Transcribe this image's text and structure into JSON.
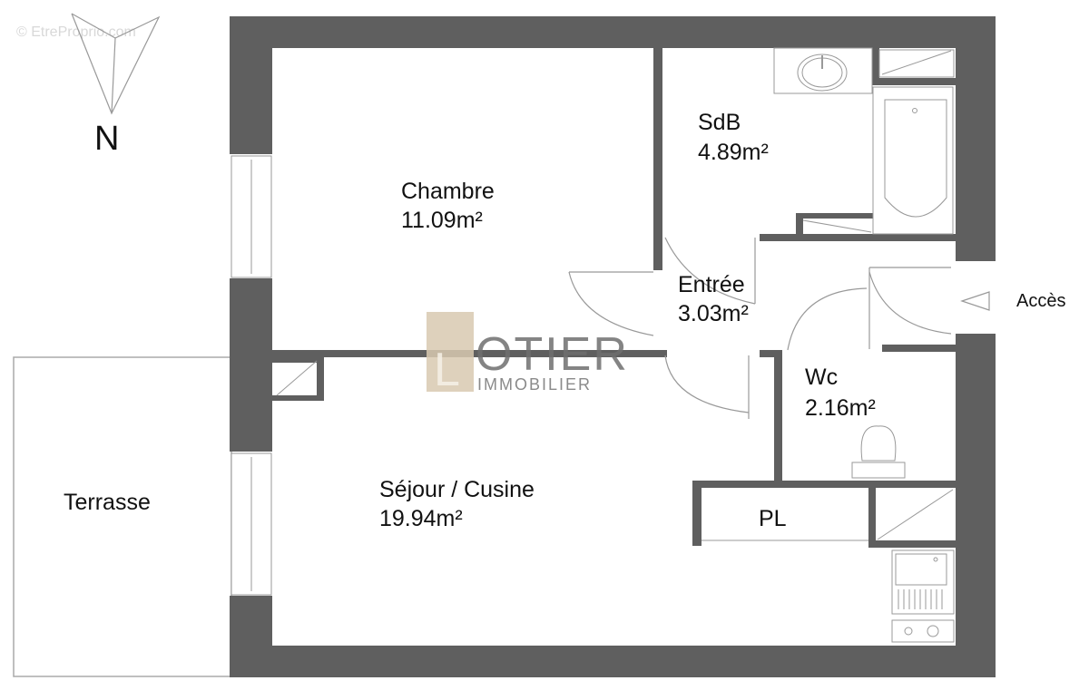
{
  "watermark": "© EtreProprio.com",
  "compass": {
    "label": "N"
  },
  "logo": {
    "initial": "L",
    "name": "OTIER",
    "subtitle": "IMMOBILIER",
    "initial_bg": "#d8c9b0"
  },
  "access": {
    "label": "Accès"
  },
  "colors": {
    "wall": "#5f5f5f",
    "line": "#9a9a9a",
    "text": "#111111"
  },
  "rooms": [
    {
      "id": "chambre",
      "name": "Chambre",
      "area": "11.09m²"
    },
    {
      "id": "sdb",
      "name": "SdB",
      "area": "4.89m²"
    },
    {
      "id": "entree",
      "name": "Entrée",
      "area": "3.03m²"
    },
    {
      "id": "wc",
      "name": "Wc",
      "area": "2.16m²"
    },
    {
      "id": "sejour",
      "name": "Séjour / Cusine",
      "area": "19.94m²"
    },
    {
      "id": "pl",
      "name": "PL",
      "area": ""
    },
    {
      "id": "terrasse",
      "name": "Terrasse",
      "area": ""
    }
  ]
}
